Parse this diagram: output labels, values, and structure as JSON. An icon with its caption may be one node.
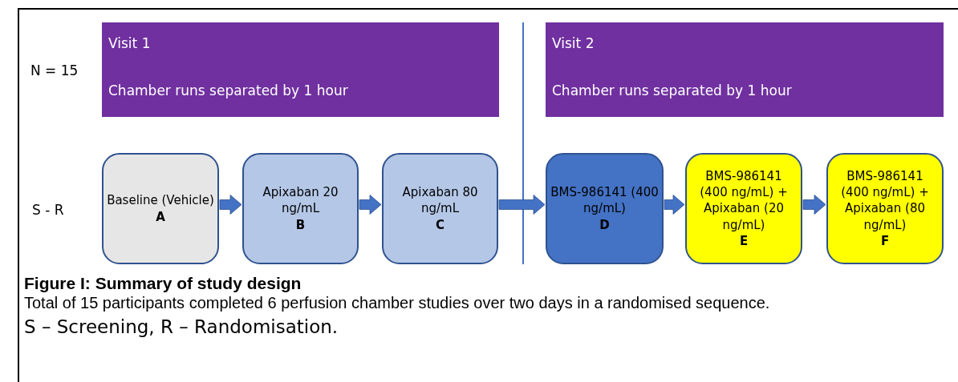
{
  "diagram": {
    "title": "Figure I: Summary of study design",
    "caption": "Total of 15 participants completed 6 perfusion chamber studies over two days in a randomised sequence.",
    "nodes": [
      {
        "text": [
          "Visit 1",
          "Chamber runs separated by 1 hour"
        ]
      },
      {
        "text": [
          "Visit 2",
          "Chamber runs separated by 1 hour"
        ]
      },
      {
        "text": [
          "Baseline (Vehicle)",
          "A"
        ]
      },
      {
        "text": [
          "Apixaban 20 ng/mL",
          "B"
        ]
      },
      {
        "text": [
          "Apixaban 80 ng/mL",
          "C"
        ]
      },
      {
        "text": [
          "BMS-986141 (400 ng/mL)",
          "D"
        ]
      },
      {
        "text": [
          "BMS-986141 (400 ng/mL) + Apixaban (20 ng/mL)",
          "E"
        ]
      },
      {
        "text": [
          "BMS-986141 (400 ng/mL) + Apixaban (80 ng/mL)",
          "F"
        ]
      }
    ],
    "edges": [
      {
        "from": 2,
        "to": 3,
        "arrow": "to"
      },
      {
        "from": 3,
        "to": 4,
        "arrow": "to"
      },
      {
        "from": 4,
        "to": 5,
        "arrow": "to"
      },
      {
        "from": 5,
        "to": 6,
        "arrow": "to"
      },
      {
        "from": 6,
        "to": 7,
        "arrow": "to"
      }
    ],
    "labels": [
      "N = 15",
      "S - R",
      "S – Screening, R – Randomisation."
    ]
  }
}
